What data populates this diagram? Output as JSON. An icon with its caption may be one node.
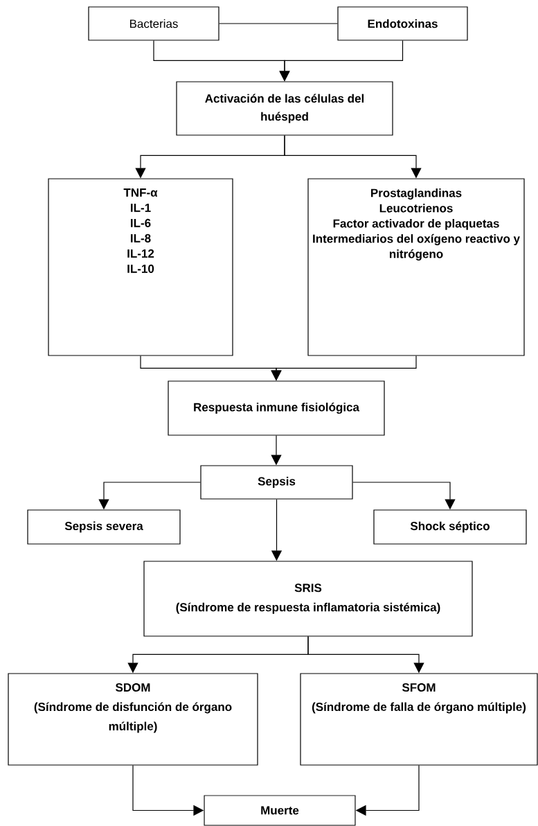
{
  "diagram": {
    "nodes": [
      {
        "text": [
          "Bacterias"
        ]
      },
      {
        "text": [
          "Endotoxinas"
        ]
      },
      {
        "text": [
          "Activación de las células del huésped"
        ]
      },
      {
        "text": [
          "TNF-α",
          "IL-1",
          "IL-6",
          "IL-8",
          "IL-12",
          "IL-10"
        ]
      },
      {
        "text": [
          "Prostaglandinas",
          "Leucotrienos",
          "Factor activador de plaquetas",
          "Intermediarios del oxígeno reactivo y nitrógeno"
        ]
      },
      {
        "text": [
          "Respuesta inmune fisiológica"
        ]
      },
      {
        "text": [
          "Sepsis"
        ]
      },
      {
        "text": [
          "Sepsis severa"
        ]
      },
      {
        "text": [
          "Shock séptico"
        ]
      },
      {
        "text": [
          "SRIS",
          "(Síndrome de respuesta inflamatoria sistémica)"
        ]
      },
      {
        "text": [
          "SDOM",
          "(Síndrome de disfunción de órgano múltiple)"
        ]
      },
      {
        "text": [
          "SFOM",
          "(Síndrome de falla de órgano múltiple)"
        ]
      },
      {
        "text": [
          "Muerte"
        ]
      }
    ],
    "edges": [
      {
        "from": 0,
        "to": 1,
        "arrow": "none"
      },
      {
        "from": 0,
        "to": 2,
        "arrow": "to"
      },
      {
        "from": 1,
        "to": 2,
        "arrow": "to"
      },
      {
        "from": 2,
        "to": 3,
        "arrow": "to"
      },
      {
        "from": 2,
        "to": 4,
        "arrow": "to"
      },
      {
        "from": 3,
        "to": 5,
        "arrow": "to"
      },
      {
        "from": 4,
        "to": 5,
        "arrow": "to"
      },
      {
        "from": 5,
        "to": 6,
        "arrow": "to"
      },
      {
        "from": 6,
        "to": 7,
        "arrow": "to"
      },
      {
        "from": 6,
        "to": 8,
        "arrow": "to"
      },
      {
        "from": 6,
        "to": 9,
        "arrow": "to"
      },
      {
        "from": 9,
        "to": 10,
        "arrow": "to"
      },
      {
        "from": 9,
        "to": 11,
        "arrow": "to"
      },
      {
        "from": 10,
        "to": 12,
        "arrow": "to"
      },
      {
        "from": 11,
        "to": 12,
        "arrow": "to"
      }
    ]
  }
}
